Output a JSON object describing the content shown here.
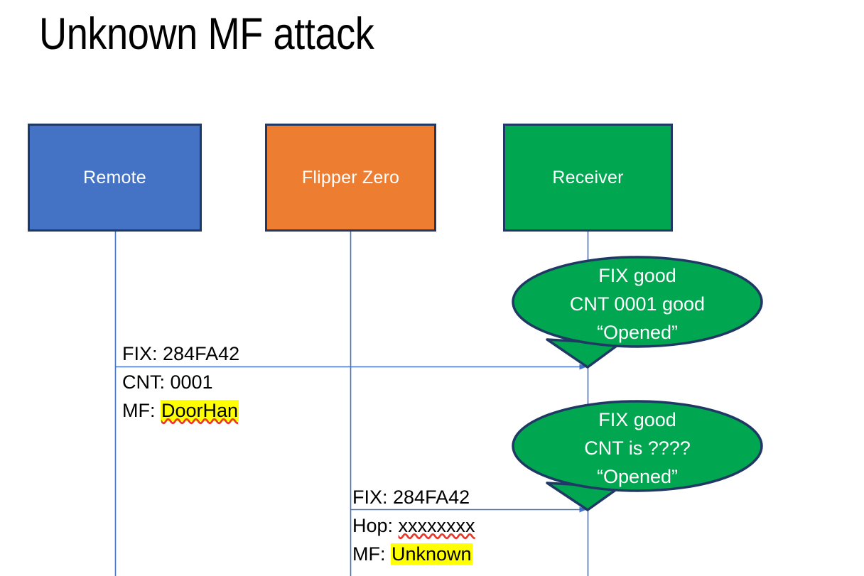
{
  "slide": {
    "title": "Unknown MF attack",
    "background_color": "#FFFFFF"
  },
  "colors": {
    "remote_fill": "#4472C4",
    "flipper_fill": "#ED7D31",
    "receiver_fill": "#00A650",
    "box_border": "#1F3864",
    "lifeline": "#4472C4",
    "arrow": "#4472C4",
    "bubble_fill": "#00A650",
    "bubble_border": "#1F3864",
    "highlight": "#FFFF00",
    "spellcheck_underline": "#E8382A",
    "text": "#000000",
    "box_label_text": "#FFFFFF"
  },
  "actors": [
    {
      "id": "remote",
      "label": "Remote"
    },
    {
      "id": "flipper",
      "label": "Flipper Zero"
    },
    {
      "id": "receiver",
      "label": "Receiver"
    }
  ],
  "messages": [
    {
      "id": "message-1",
      "from": "remote",
      "to": "receiver",
      "lines": [
        {
          "prefix": "FIX: ",
          "value": "284FA42",
          "highlight": false,
          "spellcheck_error": false
        },
        {
          "prefix": "CNT: ",
          "value": "0001",
          "highlight": false,
          "spellcheck_error": false
        },
        {
          "prefix": "MF: ",
          "value": "DoorHan",
          "highlight": true,
          "spellcheck_error": true
        }
      ]
    },
    {
      "id": "message-2",
      "from": "flipper",
      "to": "receiver",
      "lines": [
        {
          "prefix": "FIX: ",
          "value": "284FA42",
          "highlight": false,
          "spellcheck_error": false
        },
        {
          "prefix": "Hop: ",
          "value": "xxxxxxxx",
          "highlight": false,
          "spellcheck_error": true
        },
        {
          "prefix": "MF: ",
          "value": "Unknown",
          "highlight": true,
          "spellcheck_error": false
        }
      ]
    }
  ],
  "callouts": [
    {
      "id": "callout-1",
      "points_to": "message-1",
      "line1": "FIX good",
      "line2": "CNT 0001 good",
      "line3": "“Opened”"
    },
    {
      "id": "callout-2",
      "points_to": "message-2",
      "line1": "FIX good",
      "line2": "CNT is ????",
      "line3": "“Opened”"
    }
  ]
}
